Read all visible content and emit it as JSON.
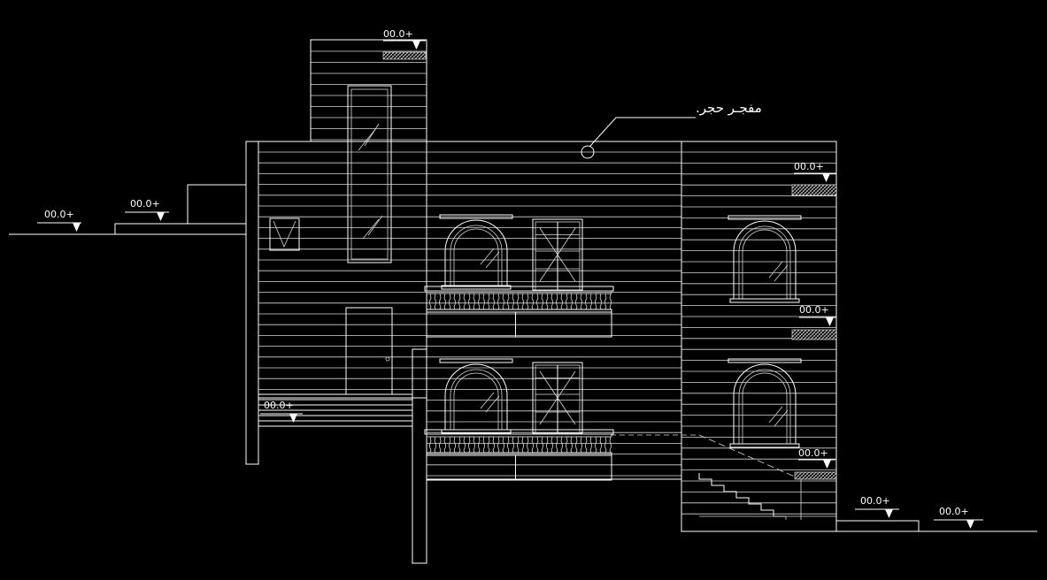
{
  "drawing": {
    "annotation_label": "مفجـر حجر.",
    "level_marks": [
      {
        "id": "level-roof-top",
        "text": "00.0+"
      },
      {
        "id": "level-right-roof",
        "text": "00.0+"
      },
      {
        "id": "level-left-far",
        "text": "00.0+"
      },
      {
        "id": "level-left-near",
        "text": "00.0+"
      },
      {
        "id": "level-right-mid",
        "text": "00.0+"
      },
      {
        "id": "level-stairs-left",
        "text": "00.0+"
      },
      {
        "id": "level-right-low",
        "text": "00.0+"
      },
      {
        "id": "level-ground-right-1",
        "text": "00.0+"
      },
      {
        "id": "level-ground-right-2",
        "text": "00.0+"
      }
    ]
  },
  "colors": {
    "background": "#000000",
    "line": "#ffffff"
  }
}
